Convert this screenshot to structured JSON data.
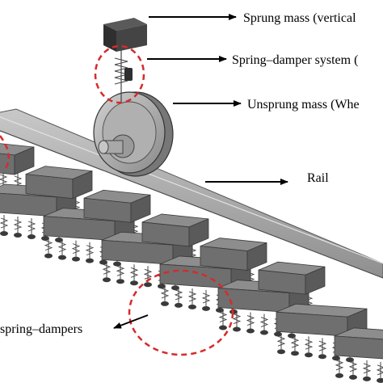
{
  "annotations": {
    "sprung_mass": "Sprung mass (vertical",
    "spring_damper": "Spring–damper system (",
    "unsprung_mass": "Unsprung mass (Whe",
    "rail": "Rail",
    "spring_dampers": "spring–dampers"
  },
  "colors": {
    "sleeper_top": "#8d8d8d",
    "sleeper_front": "#6f6f6f",
    "sleeper_side": "#5a5a5a",
    "rail": "#a3a3a3",
    "wheel": "#b5b5b5",
    "mass_block": "#3f3f3f",
    "highlight": "#d62b2b",
    "arrow": "#000000"
  }
}
